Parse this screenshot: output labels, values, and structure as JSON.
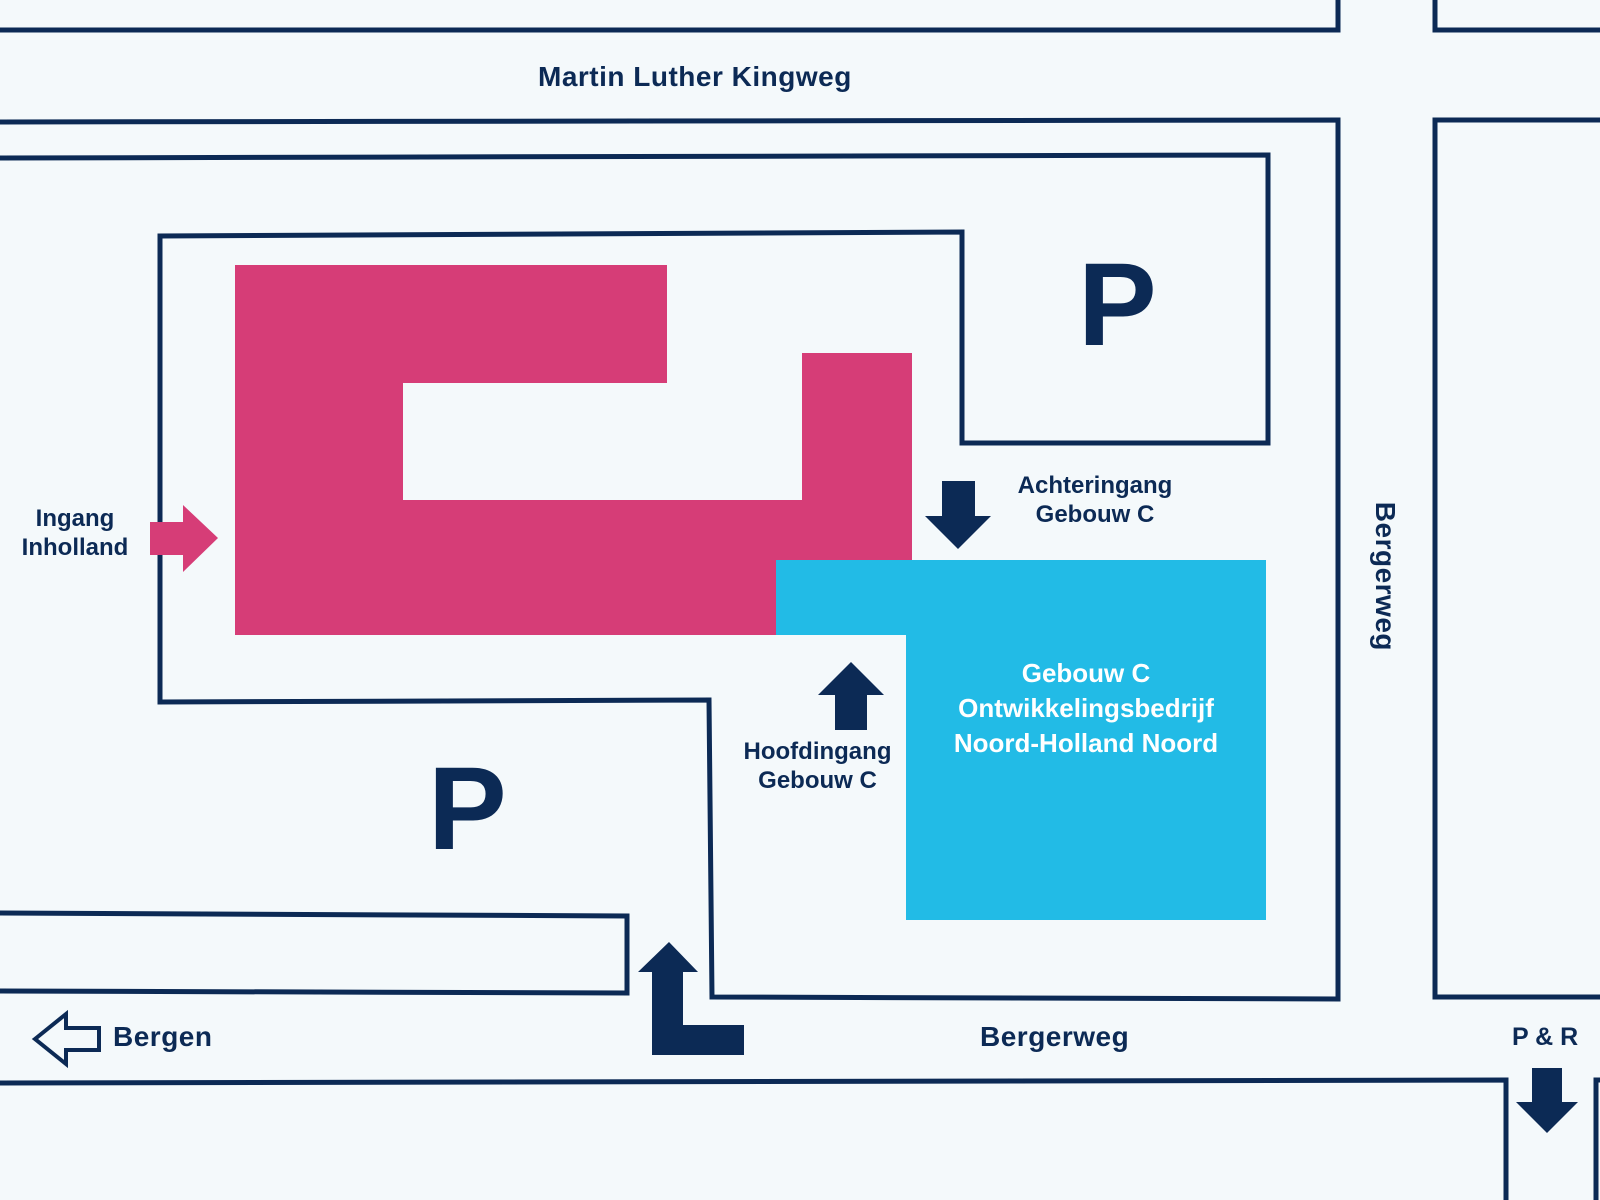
{
  "colors": {
    "background": "#f4f9fb",
    "road_outline": "#0c2a55",
    "inholland_building": "#d63d77",
    "gebouw_c": "#22bbe6",
    "arrow_dark": "#0c2a55",
    "arrow_pink": "#d63d77"
  },
  "streets": {
    "top": "Martin Luther Kingweg",
    "bottom": "Bergerweg",
    "right_vertical": "Bergerweg",
    "to_bergen": "Bergen"
  },
  "parking": {
    "north_lot": "P",
    "south_lot": "P",
    "park_and_ride": "P & R"
  },
  "entrances": {
    "inholland": {
      "line1": "Ingang",
      "line2": "Inholland"
    },
    "rear_c": {
      "line1": "Achteringang",
      "line2": "Gebouw C"
    },
    "main_c": {
      "line1": "Hoofdingang",
      "line2": "Gebouw C"
    }
  },
  "gebouw_c": {
    "line1": "Gebouw C",
    "line2": "Ontwikkelingsbedrijf",
    "line3": "Noord-Holland Noord"
  },
  "icons": {
    "inholland_entrance": "arrow-right-icon",
    "rear_entrance": "arrow-down-icon",
    "main_entrance": "arrow-up-icon",
    "turn_in": "turn-up-arrow-icon",
    "bergen_direction": "arrow-left-outline-icon",
    "park_and_ride_direction": "arrow-down-icon"
  }
}
